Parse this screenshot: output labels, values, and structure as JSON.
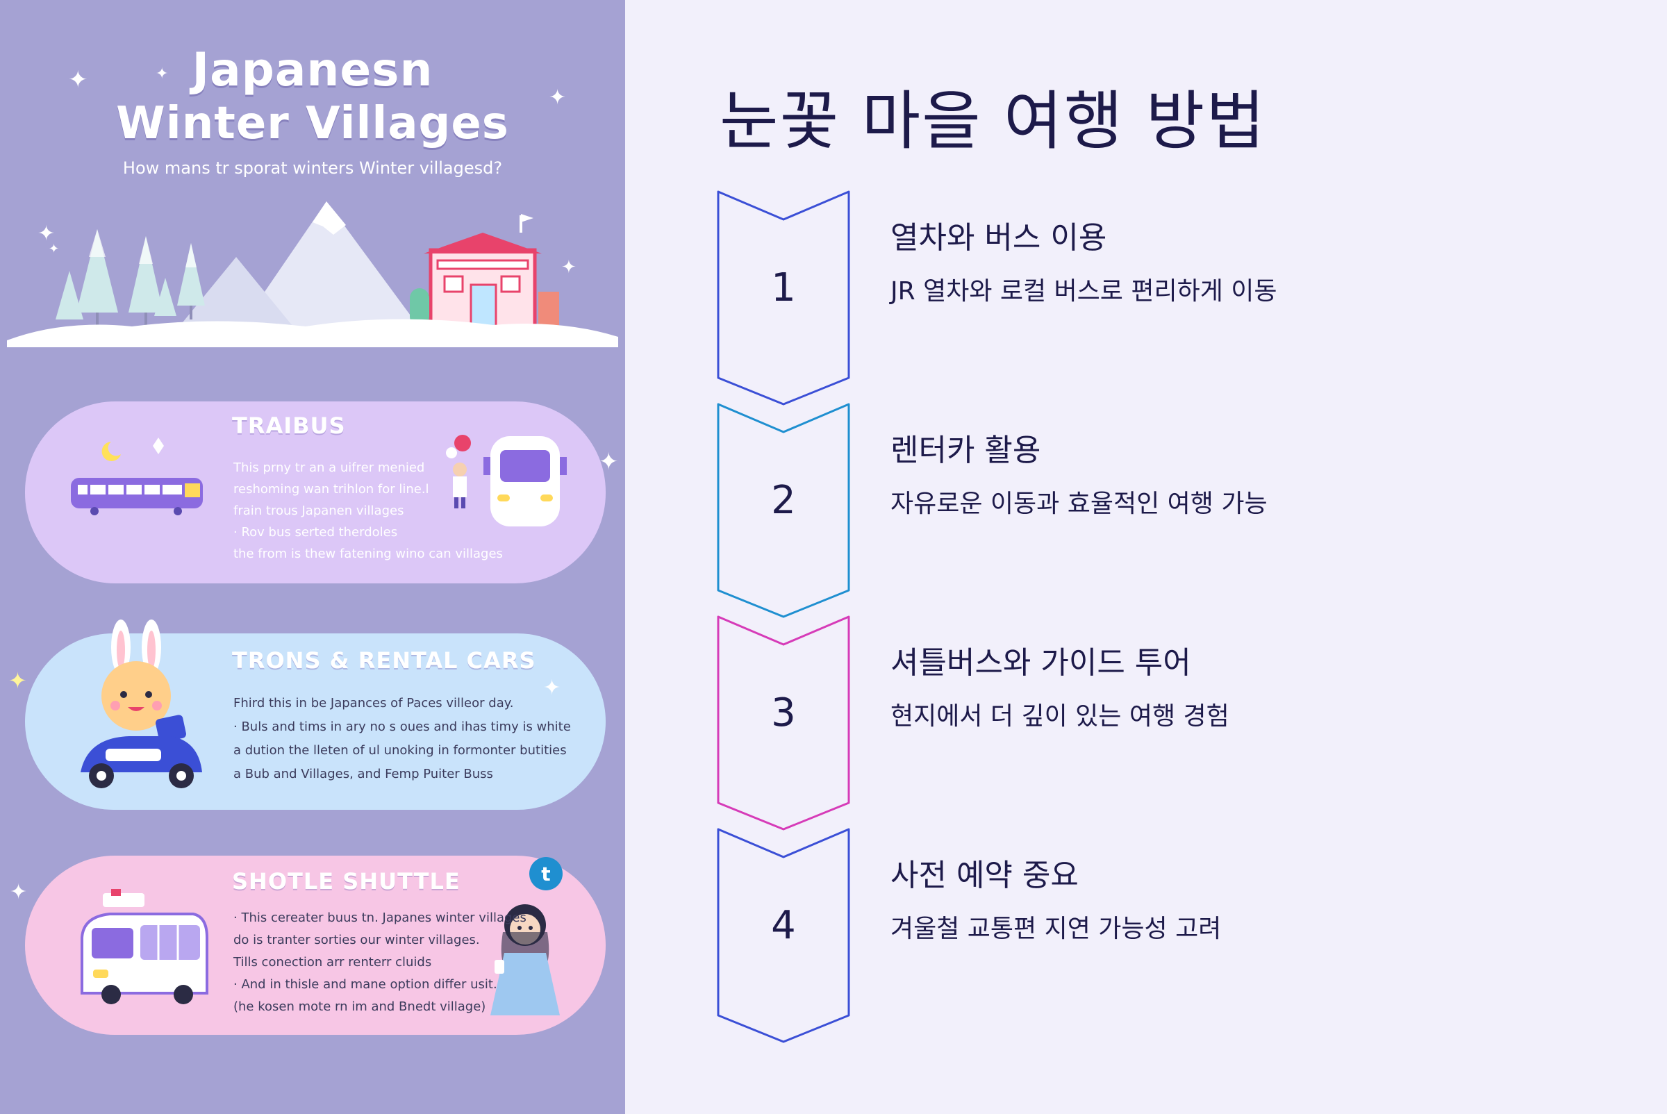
{
  "poster": {
    "title_line1": "Japanesn",
    "title_line2": "Winter Villages",
    "subtitle": "How mans tr sporat winters Winter villagesd?",
    "cards": [
      {
        "title": "TRAIBUS",
        "lines": [
          "This prny tr an a uifrer menied",
          "reshoming wan trihlon for line.l",
          "frain trous Japanen villages",
          "· Rov bus serted therdoles",
          "the from is thew fatening wino can villages"
        ]
      },
      {
        "title": "TRONS & RENTAL CARS",
        "lines": [
          "Fhird this in be Japances of Paces villeor day.",
          "· Buls and tims in ary no s oues and ihas timy is white",
          "a dution the lleten of ul unoking in formonter butities",
          "a Bub and Villages, and Femp Puiter Buss"
        ]
      },
      {
        "title": "SHOTLE SHUTTLE",
        "lines": [
          "· This cereater buus tn. Japanes winter villages",
          "do is tranter sorties our winter villages.",
          "Tills conection arr renterr cluids",
          "· And in thisle and mane option differ usit.",
          "(he kosen mote rn im and Bnedt village)"
        ]
      }
    ]
  },
  "main": {
    "title": "눈꽃 마을 여행 방법",
    "steps": [
      {
        "number": "1",
        "heading": "열차와 버스 이용",
        "description": "JR 열차와 로컬 버스로 편리하게 이동",
        "color": "#3b4fd6"
      },
      {
        "number": "2",
        "heading": "렌터카 활용",
        "description": "자유로운 이동과 효율적인 여행 가능",
        "color": "#1f8fd0"
      },
      {
        "number": "3",
        "heading": "셔틀버스와 가이드 투어",
        "description": "현지에서 더 깊이 있는 여행 경험",
        "color": "#d63bb8"
      },
      {
        "number": "4",
        "heading": "사전 예약 중요",
        "description": "겨울철 교통편 지연 가능성 고려",
        "color": "#3b4fd6"
      }
    ]
  },
  "colors": {
    "left_bg": "#a5a2d3",
    "card1": "#dcc7f7",
    "card2": "#c9e3fb",
    "card3": "#f7c6e5",
    "text_dark": "#1d1a4a"
  }
}
